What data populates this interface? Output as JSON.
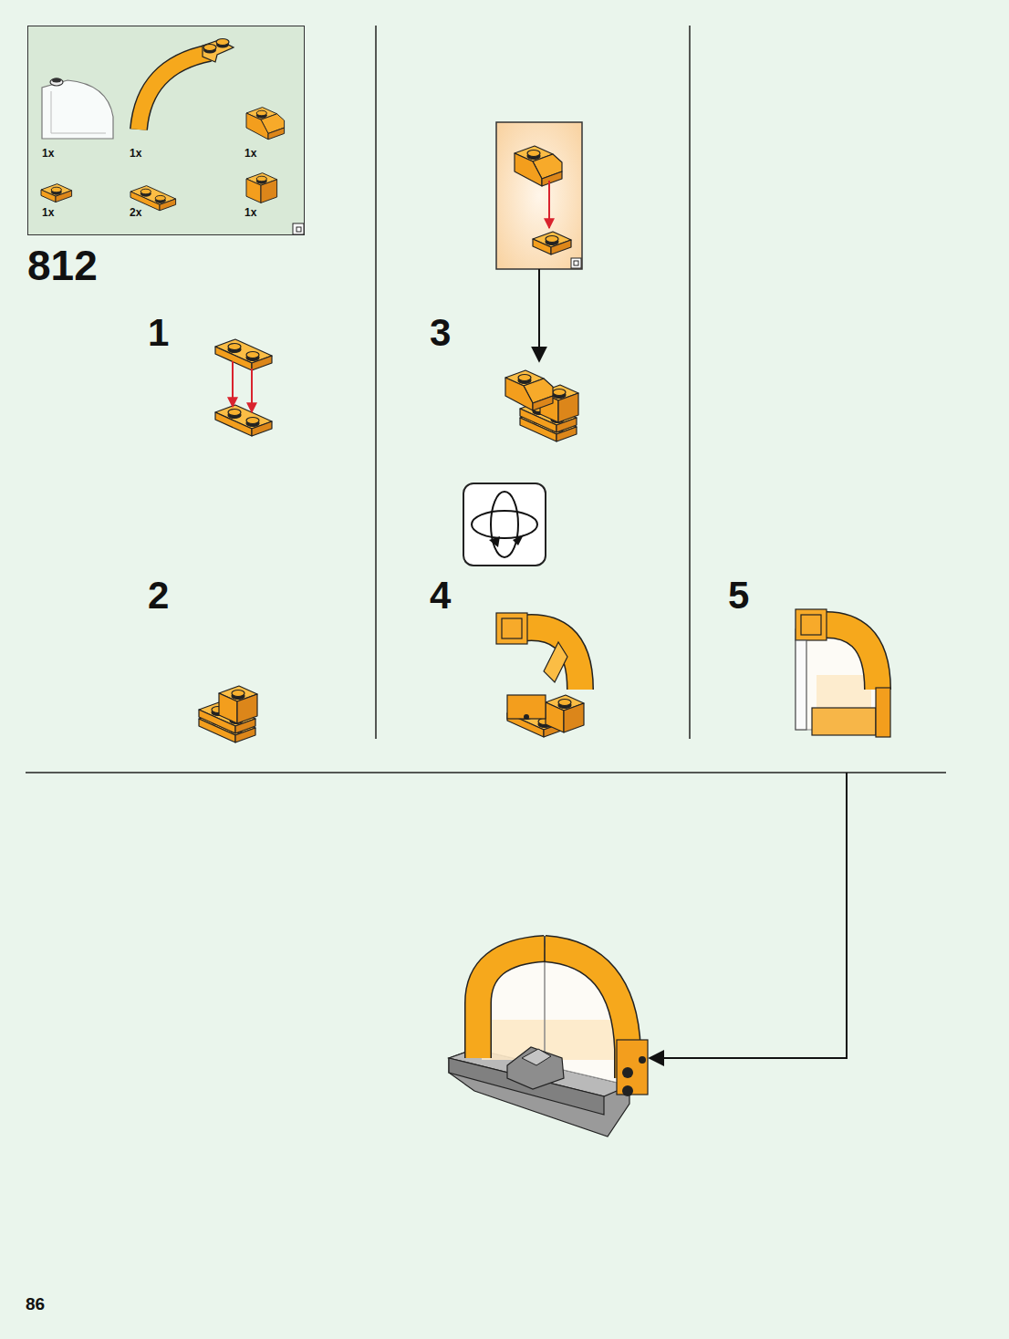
{
  "diagram": {
    "nodes": [
      {
        "text": [
          "1x",
          "1x",
          "1x",
          "1x",
          "2x",
          "1x"
        ]
      }
    ],
    "labels": [
      "812",
      "1",
      "2",
      "3",
      "4",
      "5",
      "86"
    ]
  }
}
